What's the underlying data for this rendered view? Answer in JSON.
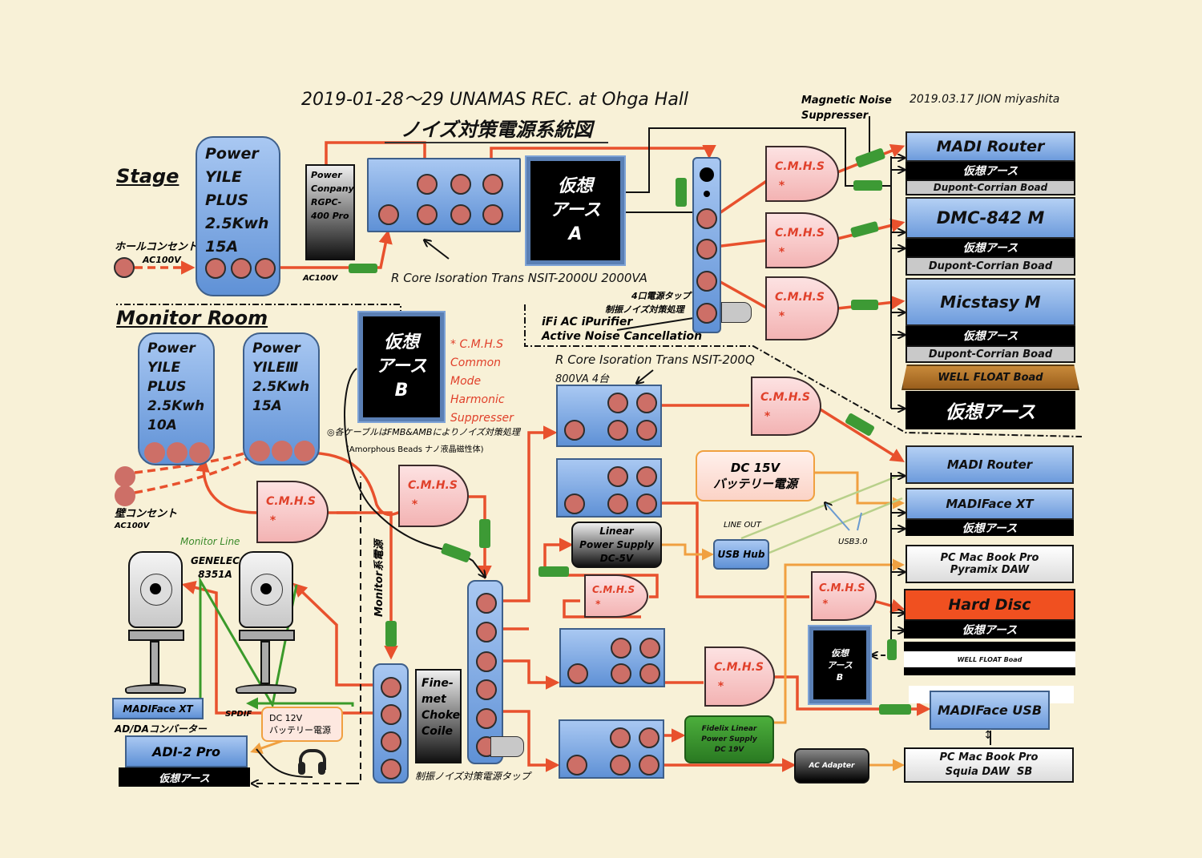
{
  "header": {
    "title": "2019-01-28〜29 UNAMAS REC. at Ohga Hall",
    "subtitle": "ノイズ対策電源系統図",
    "author": "2019.03.17 JION miyashita"
  },
  "sections": {
    "stage": "Stage",
    "monitor_room": "Monitor Room"
  },
  "stage": {
    "hall_outlet": "ホールコンセント",
    "ac_in": "AC100V",
    "ac_out": "AC100V",
    "power_yile_plus": "Power\nYILE\nPLUS\n2.5Kwh\n15A",
    "power_company": "Power\nConpany\nRGPC-\n400 Pro",
    "rcore_label": "R Core Isoration Trans NSIT-2000U 2000VA",
    "virtual_earth_a": "仮想\nアース\nA",
    "tap_label_1": "4口電源タップ",
    "tap_label_2": "制振ノイズ対策処理",
    "ifi_1": "iFi AC iPurifier",
    "ifi_2": "Active Noise Cancellation",
    "magnetic_1": "Magnetic Noise",
    "magnetic_2": "Suppresser",
    "cmhs": "C.M.H.S\n *"
  },
  "stage_rack": [
    {
      "label": "MADI Router",
      "type": "blue"
    },
    {
      "label": "仮想アース",
      "type": "black"
    },
    {
      "label": "Dupont-Corrian Boad",
      "type": "gray"
    },
    {
      "label": "DMC-842 M",
      "type": "blue"
    },
    {
      "label": "仮想アース",
      "type": "black"
    },
    {
      "label": "Dupont-Corrian Boad",
      "type": "gray"
    },
    {
      "label": "Micstasy M",
      "type": "blue"
    },
    {
      "label": "仮想アース",
      "type": "black"
    },
    {
      "label": "Dupont-Corrian Boad",
      "type": "gray"
    },
    {
      "label": "WELL FLOAT Boad",
      "type": "wood"
    },
    {
      "label": "仮想アース",
      "type": "black-big"
    }
  ],
  "monitor": {
    "power_yile_plus": "Power\nYILE\nPLUS\n2.5Kwh\n10A",
    "power_yile_3": "Power\nYILEⅢ\n2.5Kwh\n15A",
    "virtual_earth_b": "仮想\nアース\nB",
    "cmhs_legend": [
      "* C.M.H.S",
      "Common",
      "Mode",
      "Harmonic",
      "Suppresser"
    ],
    "cable_note": "◎各ケーブルはFMB&AMBによりノイズ対策処理",
    "beads_note": "(Amorphous Beads ナノ液晶磁性体)",
    "wall_outlet": "壁コンセント",
    "wall_ac": "AC100V",
    "monitor_line": "Monitor Line",
    "genelec": "GENELEC\n8351A",
    "monitor_power": "Monitor系電源",
    "madiface_xt": "MADIFace XT",
    "adda": "AD/DAコンバーター",
    "spdif": "SPDIF",
    "dc12": "DC 12V\nバッテリー電源",
    "adi2": "ADI-2 Pro",
    "adi_earth": "仮想アース",
    "rcore_200q_1": "R Core Isoration Trans NSIT-200Q",
    "rcore_200q_2": "800VA 4台",
    "linear_ps": "Linear\nPower Supply\nDC-5V",
    "dc15": "DC 15V\nバッテリー電源",
    "line_out": "LINE OUT",
    "usb_hub": "USB Hub",
    "usb3": "USB3.0",
    "finemet": "Fine-\nmet\nChoke\nCoile",
    "tap_label": "制振ノイズ対策電源タップ",
    "fidelix": "Fidelix Linear\nPower Supply\nDC 19V",
    "ac_adapter": "AC Adapter",
    "virtual_earth_b_small": "仮想\nアース\nB",
    "madiface_usb": "MADIFace USB",
    "pc_squia": "PC Mac Book Pro\nSquia DAW  SB",
    "cmhs": "C.M.H.S\n *"
  },
  "monitor_rack": [
    {
      "label": "MADI Router",
      "type": "blue"
    },
    {
      "label": "MADIFace XT",
      "type": "blue"
    },
    {
      "label": "仮想アース",
      "type": "black"
    },
    {
      "label": "PC Mac Book Pro\nPyramix DAW",
      "type": "white"
    },
    {
      "label": "Hard Disc",
      "type": "orange"
    },
    {
      "label": "仮想アース",
      "type": "black"
    },
    {
      "label": "WELL FLOAT Boad",
      "type": "float"
    }
  ],
  "colors": {
    "background": "#f8f1d7",
    "power_line": "#e8512d",
    "dc_line": "#f0a040",
    "usb_line": "#b8d08a",
    "ferrite": "#3d9a35",
    "cmhs_text": "#e0402a",
    "hard_disc": "#f05020"
  }
}
